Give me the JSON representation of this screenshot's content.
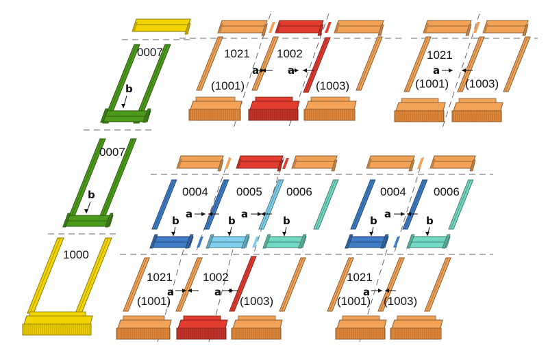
{
  "codes": {
    "c0007": "0007",
    "c1000": "1000",
    "c1021": "1021",
    "c1002": "1002",
    "c0004": "0004",
    "c0005": "0005",
    "c0006": "0006",
    "p1001": "(1001)",
    "p1003": "(1003)"
  },
  "dimensions": {
    "a": "a",
    "b": "b"
  },
  "colors": {
    "yellow": "#f2d500",
    "green": "#4b9a1c",
    "orange": "#f2a358",
    "red": "#e23b2f",
    "blue": "#3f7cc4",
    "lightblue": "#7fd0ec",
    "teal": "#72d8c2",
    "apron_orange": "#e48a3a",
    "apron_red": "#c8352a",
    "apron_yellow": "#f0d000"
  }
}
